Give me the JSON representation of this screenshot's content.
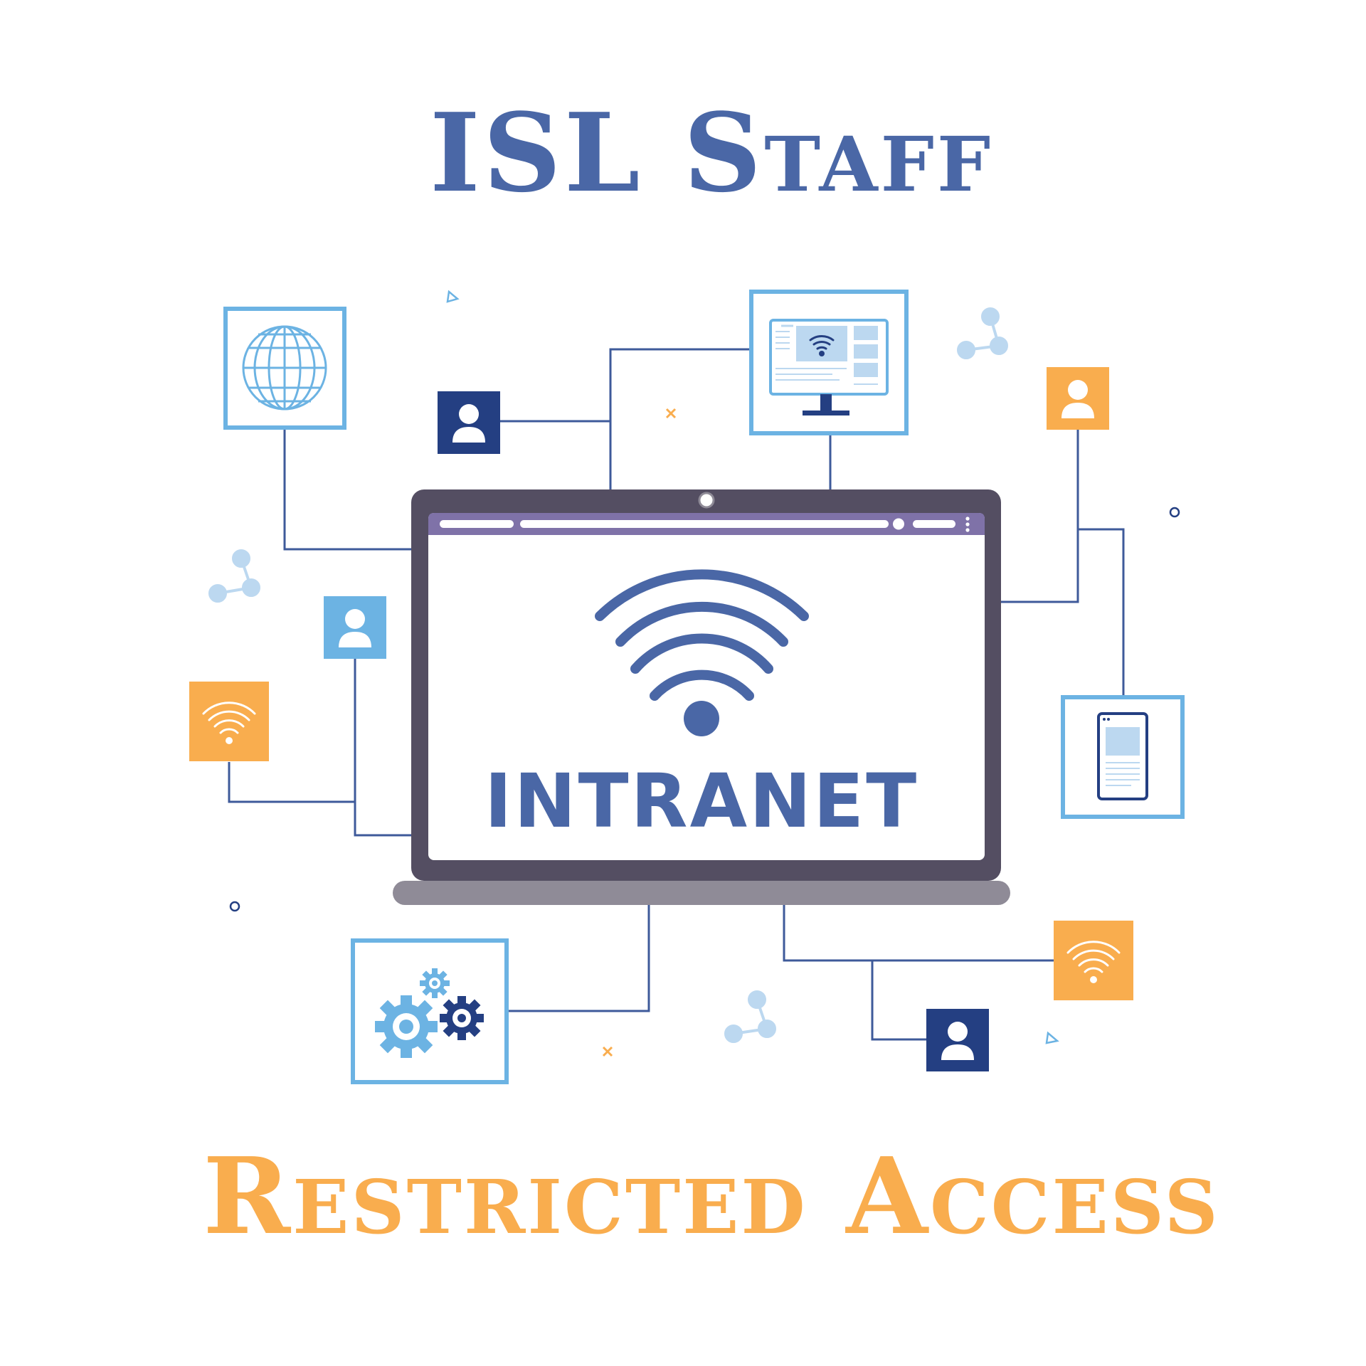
{
  "header": {
    "title": "ISL Staff"
  },
  "screen": {
    "label": "INTRANET"
  },
  "footer": {
    "subtitle": "Restricted Access"
  },
  "colors": {
    "title_blue": "#4a67a6",
    "subtitle_orange": "#f9ad4e",
    "laptop_frame": "#544e62",
    "laptop_base": "#8f8b97",
    "browser_bar": "#7f72a8",
    "line_blue": "#3e5a9a",
    "light_blue": "#6cb3e3",
    "pale_blue": "#bcd8f0",
    "navy": "#243f82",
    "orange": "#f9ad4e"
  },
  "icons": [
    "globe-icon",
    "monitor-wifi-icon",
    "user-icon",
    "wifi-icon",
    "tablet-icon",
    "gears-icon",
    "webcam-icon"
  ]
}
